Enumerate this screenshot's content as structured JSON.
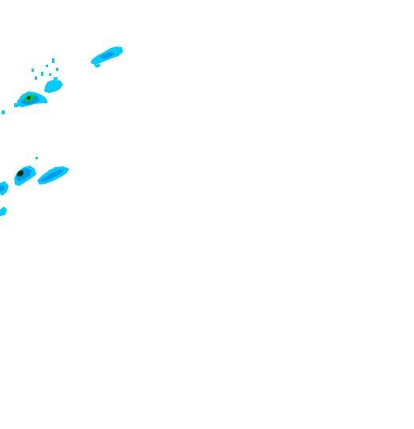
{
  "map": {
    "type": "radar-reflectivity-overlay",
    "background_color": "#ffffff",
    "palette": {
      "light": "#00ccff",
      "medium": "#0099ee",
      "strong": "#00cc33",
      "core": "#003300"
    },
    "echo_regions": [
      {
        "name": "northeast-band",
        "intensity_levels": [
          "light",
          "medium"
        ]
      },
      {
        "name": "northwest-cluster",
        "intensity_levels": [
          "light",
          "medium",
          "strong",
          "core"
        ]
      },
      {
        "name": "central-west-cluster",
        "intensity_levels": [
          "light",
          "medium",
          "core"
        ]
      },
      {
        "name": "central-streak",
        "intensity_levels": [
          "light",
          "medium"
        ]
      },
      {
        "name": "southwest-fragment",
        "intensity_levels": [
          "light"
        ]
      }
    ]
  }
}
